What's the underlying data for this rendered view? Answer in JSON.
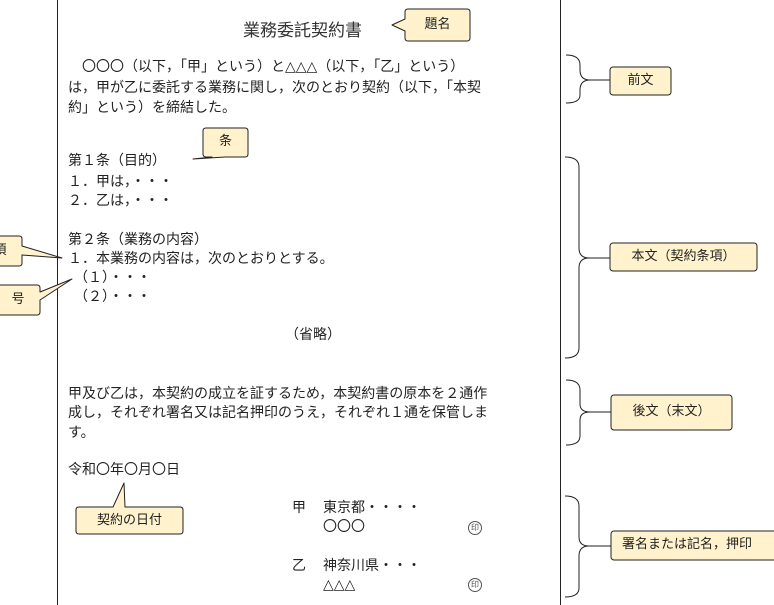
{
  "document": {
    "title": "業務委託契約書",
    "preamble": [
      "　〇〇〇（以下，「甲」という）と△△△（以下，「乙」という）",
      "は，甲が乙に委託する業務に関し，次のとおり契約（以下，「本契",
      "約」という）を締結した。"
    ],
    "article1": {
      "heading": "第１条（目的）",
      "items": [
        "１．甲は，・・・",
        "２．乙は，・・・"
      ]
    },
    "article2": {
      "heading": "第２条（業務の内容）",
      "items": [
        "１．本業務の内容は，次のとおりとする。",
        "（１）・・・",
        "（２）・・・"
      ]
    },
    "omitted": "（省略）",
    "closing": [
      "甲及び乙は，本契約の成立を証するため，本契約書の原本を２通作",
      "成し，それぞれ署名又は記名押印のうえ，それぞれ１通を保管しま",
      "す。"
    ],
    "date": "令和〇年〇月〇日",
    "signatures": [
      {
        "party": "甲",
        "address": "東京都・・・・",
        "name": "〇〇〇",
        "seal": "印"
      },
      {
        "party": "乙",
        "address": "神奈川県・・・",
        "name": "△△△",
        "seal": "印"
      }
    ]
  },
  "callouts": {
    "title": "題名",
    "article": "条",
    "paragraph": "項",
    "item": "号",
    "contract_date": "契約の日付"
  },
  "section_labels": {
    "preamble": "前文",
    "body": "本文（契約条項）",
    "closing": "後文（末文）",
    "signature": "署名または記名，押印"
  },
  "colors": {
    "callout_fill": "#fff2cc",
    "callout_stroke": "#222222"
  }
}
